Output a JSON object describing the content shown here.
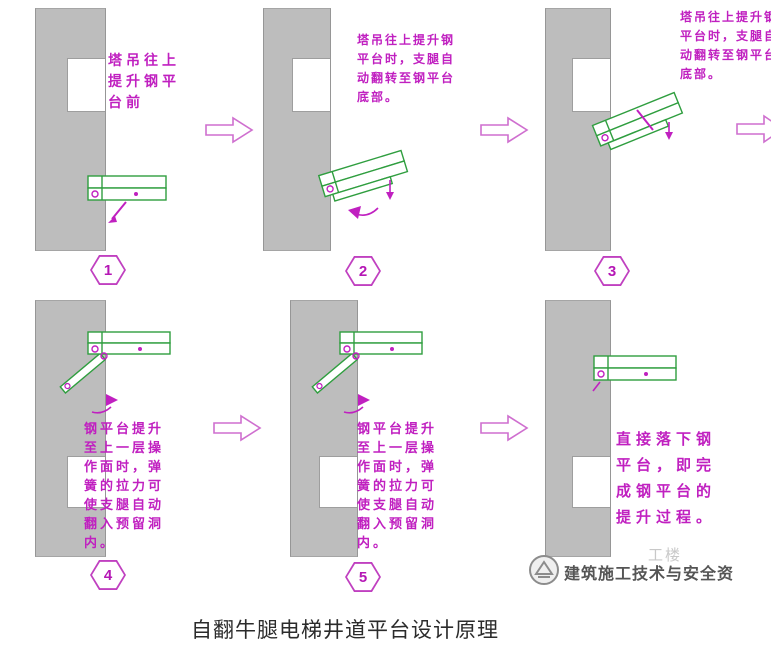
{
  "caption": "自翻牛腿电梯井道平台设计原理",
  "watermark": {
    "text": "建筑施工技术与安全资",
    "faint": "工楼"
  },
  "colors": {
    "wall_gray": "#bdbdbd",
    "platform_green": "#2f9e3f",
    "annotation_magenta": "#c020c0",
    "arrow_pink": "#cf6fcf"
  },
  "panels": [
    {
      "num": "1",
      "note": "塔吊往上\n提升钢平\n台前"
    },
    {
      "num": "2",
      "note": "塔吊往上提升钢\n平台时，支腿自\n动翻转至钢平台\n底部。"
    },
    {
      "num": "3",
      "note": "塔吊往上提升钢\n平台时，支腿自\n动翻转至钢平台\n底部。"
    },
    {
      "num": "4",
      "note": "钢平台提升\n至上一层操\n作面时，弹\n簧的拉力可\n使支腿自动\n翻入预留洞\n内。"
    },
    {
      "num": "5",
      "note": "钢平台提升\n至上一层操\n作面时，弹\n簧的拉力可\n使支腿自动\n翻入预留洞\n内。"
    },
    {
      "note": "直接落下钢\n平台，即完\n成钢平台的\n提升过程。"
    }
  ]
}
